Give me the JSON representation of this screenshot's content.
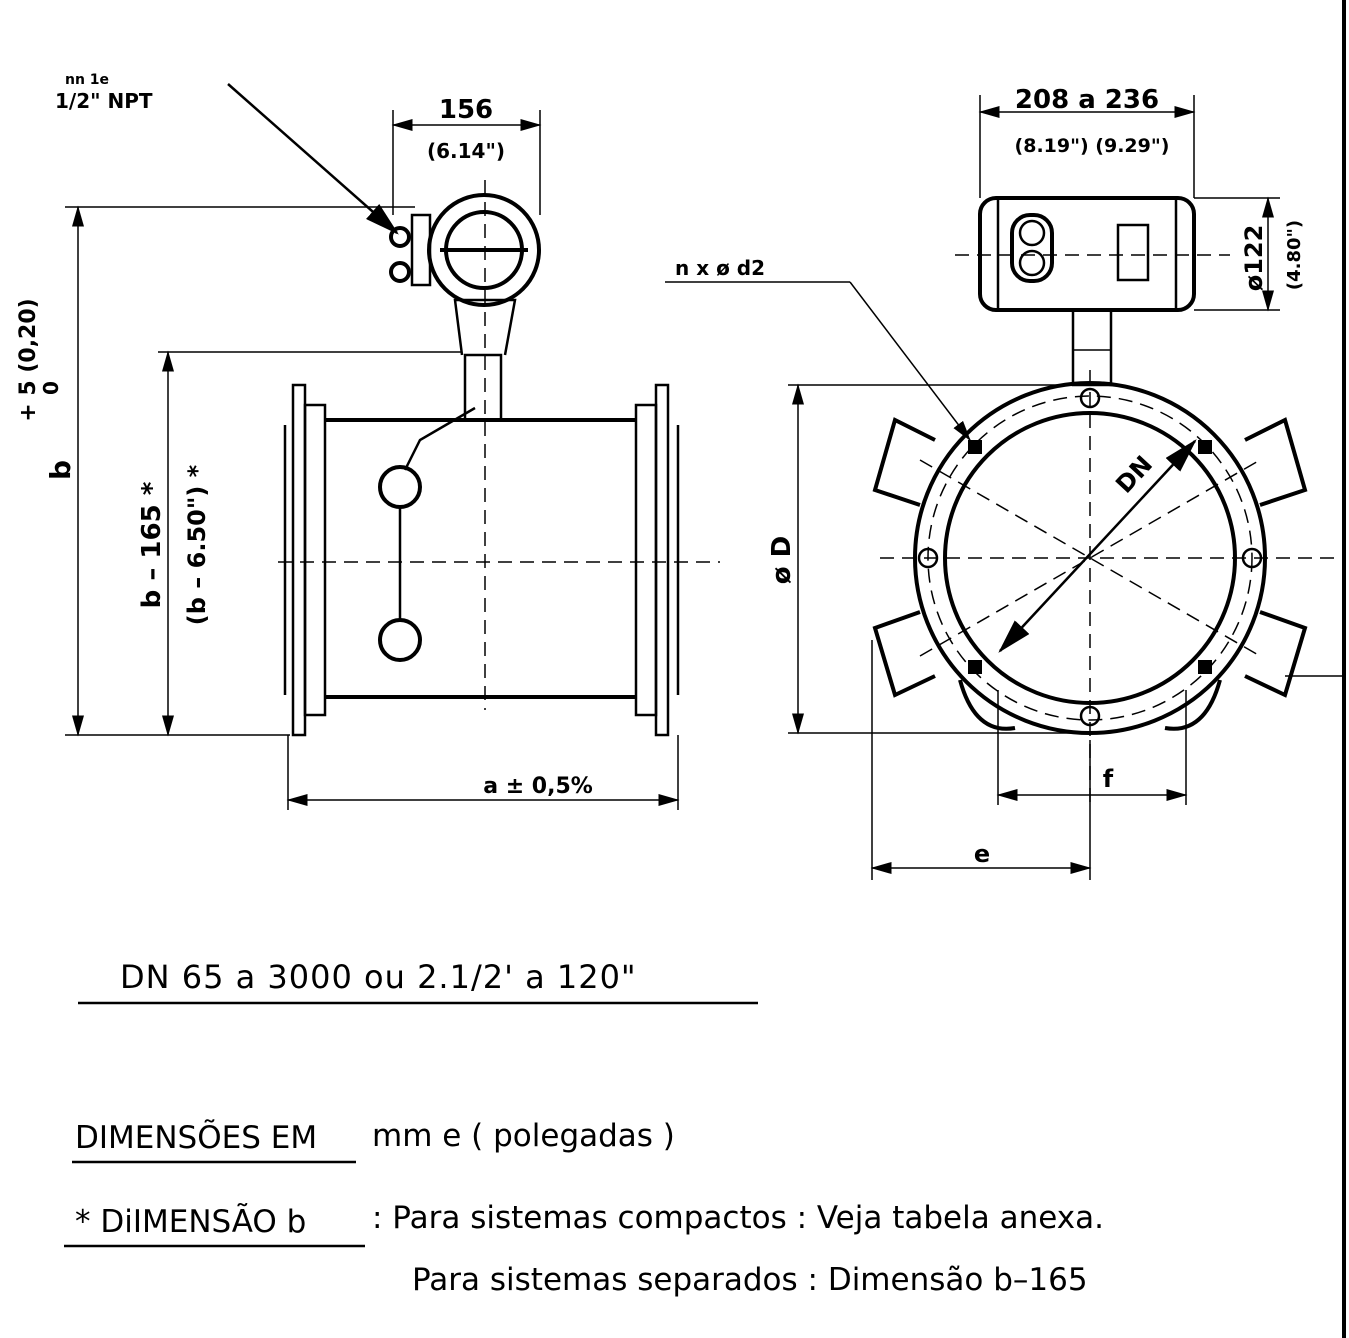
{
  "side_view": {
    "thread_label": "1/2\" NPT",
    "thread_label_cut": "nn 1e",
    "width_mm": "156",
    "width_in": "(6.14\")",
    "b_tolerance": "+ 5 (0,20)",
    "b_tolerance_low": "0",
    "b_label": "b",
    "b165_mm": "b  –  165 *",
    "b165_in": "(b  –  6.50\") *",
    "length_label": "a ± 0,5%"
  },
  "front_view": {
    "width_range_mm": "208  a  236",
    "width_range_in": "(8.19\")  (9.29\")",
    "height_mm": "ø122",
    "height_in": "(4.80\")",
    "holes_label": "n x ø d2",
    "dn_label": "DN",
    "flange_dia_label": "ø D",
    "f_label": "f",
    "e_label": "e"
  },
  "notes": {
    "range_line": "DN  65  a  3000  ou  2.1/2'  a  120\"",
    "units_label": "DIMENSÕES  EM",
    "units_text": "mm  e  (  polegadas  )",
    "b_note_label": "*  DiIMENSÃO  b",
    "b_note_line1": ":  Para  sistemas  compactos  :  Veja  tabela  anexa.",
    "b_note_line2": "Para  sistemas  separados  :    Dimensão  b–165"
  }
}
